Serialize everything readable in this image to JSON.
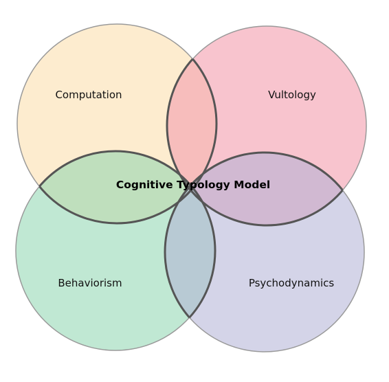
{
  "diagram": {
    "center_label": "Cognitive Typology Model",
    "sets": [
      {
        "id": "computation",
        "label": "Computation",
        "color": "#FCDCA8"
      },
      {
        "id": "vultology",
        "label": "Vultology",
        "color": "#F4A0B0"
      },
      {
        "id": "behaviorism",
        "label": "Behaviorism",
        "color": "#8CD5AE"
      },
      {
        "id": "psychodynamics",
        "label": "Psychodynamics",
        "color": "#B0B0D6"
      }
    ],
    "outline_color": "#999999",
    "overlap_outline_color": "#555555"
  }
}
